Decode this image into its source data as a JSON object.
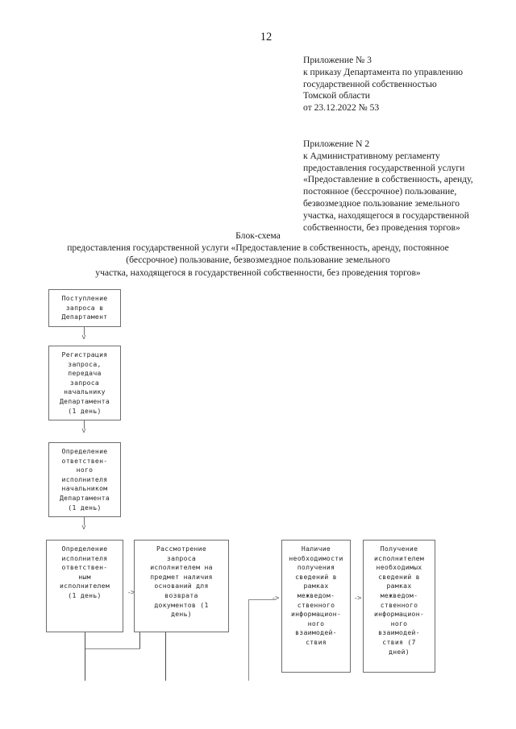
{
  "document": {
    "page_number": "12"
  },
  "header_blocks": [
    {
      "name": "prilozhenie-3",
      "lines": [
        "Приложение № 3",
        "к приказу Департамента по управлению",
        "государственной собственностью",
        "Томской области",
        "от 23.12.2022 № 53"
      ]
    },
    {
      "name": "prilozhenie-2",
      "lines": [
        "Приложение N 2",
        "к Административному регламенту",
        "предоставления государственной услуги",
        "«Предоставление в собственность, аренду,",
        "постоянное (бессрочное) пользование,",
        "безвозмездное пользование земельного",
        "участка, находящегося в государственной",
        "собственности, без проведения торгов»"
      ]
    }
  ],
  "title": {
    "lines": [
      "Блок-схема",
      "предоставления государственной услуги «Предоставление в собственность, аренду, постоянное",
      "(бессрочное) пользование, безвозмездное пользование земельного",
      "участка, находящегося в государственной собственности, без проведения торгов»"
    ]
  },
  "flowchart": {
    "arrow_down_glyph": "v",
    "arrow_right_glyph": "->",
    "border_color": "#6e6e6e",
    "connector_color": "#8a8a8a",
    "nodes": [
      {
        "id": "node-postuplenie-zaprosa",
        "lines": [
          "Поступление",
          "запроса в",
          "Департамент"
        ]
      },
      {
        "id": "node-registraciya-zaprosa",
        "lines": [
          "Регистрация",
          "запроса,",
          "передача",
          "запроса",
          "начальнику",
          "Департамента",
          "(1 день)"
        ]
      },
      {
        "id": "node-opredelenie-otvetstvennogo",
        "lines": [
          "Определение",
          "ответствен-",
          "ного",
          "исполнителя",
          "начальником",
          "Департамента",
          "(1 день)"
        ]
      },
      {
        "id": "node-opredelenie-ispolnitelya",
        "lines": [
          "Определение",
          "исполнителя",
          "ответствен-",
          "ным",
          "исполнителем",
          "(1 день)"
        ]
      },
      {
        "id": "node-rassmotrenie-zaprosa",
        "lines": [
          "Рассмотрение",
          "запроса",
          "исполнителем на",
          "предмет наличия",
          "оснований для",
          "возврата",
          "документов (1",
          "день)"
        ]
      },
      {
        "id": "node-nalichie-neobhodimosti",
        "lines": [
          "Наличие",
          "необходимости",
          "получения",
          "сведений в",
          "рамках",
          "межведом-",
          "ственного",
          "информацион-",
          "ного",
          "взаимодей-",
          "ствия"
        ]
      },
      {
        "id": "node-poluchenie-svedeniy",
        "lines": [
          "Получение",
          "исполнителем",
          "необходимых",
          "сведений в",
          "рамках",
          "межведом-",
          "ственного",
          "информацион-",
          "ного",
          "взаимодей-",
          "ствия (7",
          "дней)"
        ]
      }
    ]
  }
}
